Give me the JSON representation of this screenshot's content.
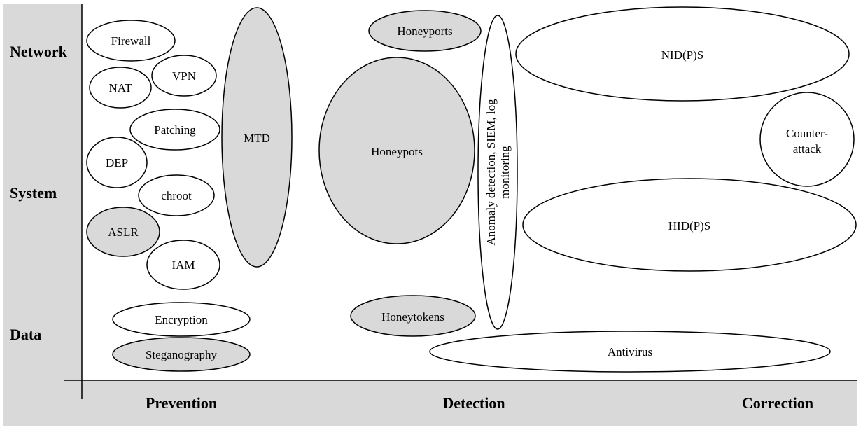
{
  "rows": {
    "network": "Network",
    "system": "System",
    "data": "Data"
  },
  "columns": {
    "prevention": "Prevention",
    "detection": "Detection",
    "correction": "Correction"
  },
  "colors": {
    "background_band": "#d9d9d9",
    "shaded_node": "#d9d9d9",
    "plain_node": "#ffffff",
    "stroke": "#000000"
  },
  "nodes": {
    "firewall": "Firewall",
    "nat": "NAT",
    "vpn": "VPN",
    "patching": "Patching",
    "dep": "DEP",
    "chroot": "chroot",
    "aslr": "ASLR",
    "iam": "IAM",
    "mtd": "MTD",
    "encryption": "Encryption",
    "steganography": "Steganography",
    "honeyports": "Honeyports",
    "honeypots": "Honeypots",
    "honeytokens": "Honeytokens",
    "anomaly_line1": "Anomaly detection, SIEM, log",
    "anomaly_line2": "monitoring",
    "nidps": "NID(P)S",
    "counter_line1": "Counter-",
    "counter_line2": "attack",
    "hidps": "HID(P)S",
    "antivirus": "Antivirus"
  }
}
